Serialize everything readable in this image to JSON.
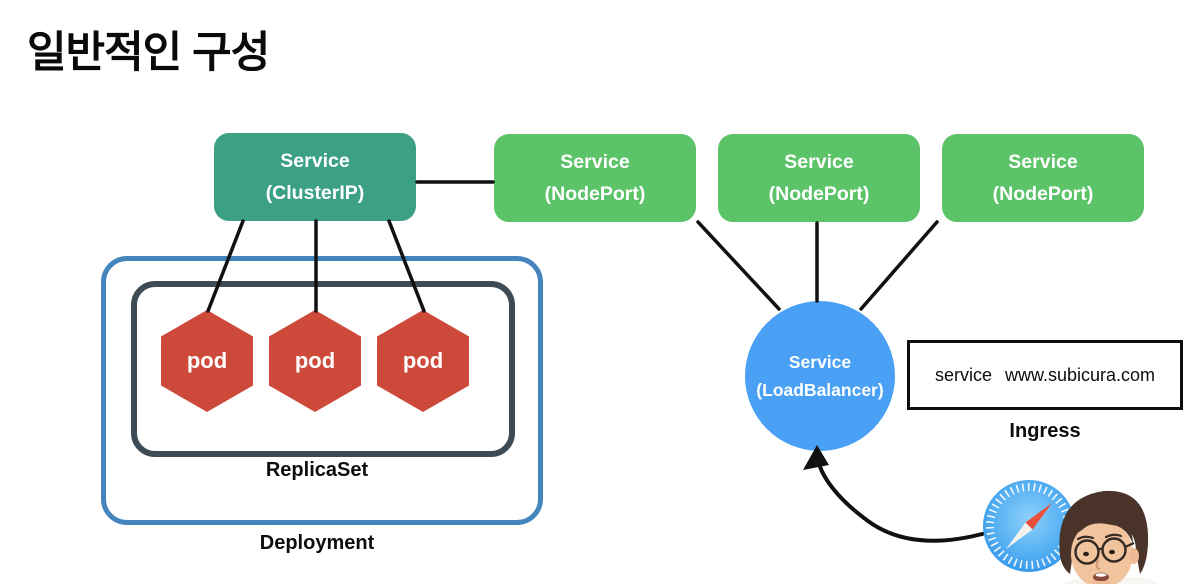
{
  "title": "일반적인 구성",
  "services": {
    "cluster_ip": {
      "name": "Service",
      "type": "(ClusterIP)"
    },
    "node_ports": [
      {
        "name": "Service",
        "type": "(NodePort)"
      },
      {
        "name": "Service",
        "type": "(NodePort)"
      },
      {
        "name": "Service",
        "type": "(NodePort)"
      }
    ],
    "load_balancer": {
      "name": "Service",
      "type": "(LoadBalancer)"
    }
  },
  "workloads": {
    "pods": [
      {
        "label": "pod"
      },
      {
        "label": "pod"
      },
      {
        "label": "pod"
      }
    ],
    "replicaset_label": "ReplicaSet",
    "deployment_label": "Deployment"
  },
  "ingress": {
    "rule_service": "service",
    "rule_host": "www.subicura.com",
    "label": "Ingress"
  },
  "icons": {
    "safari": "safari-compass-browser-icon",
    "presenter": "presenter-webcam-portrait"
  },
  "colors": {
    "cluster_ip_green": "#3ca184",
    "node_port_green": "#5cc368",
    "pod_red": "#cd4a3b",
    "load_balancer_blue": "#49a0f4",
    "deployment_border": "#4585bd",
    "replicaset_border": "#3d4b55",
    "connector_black": "#111111"
  }
}
